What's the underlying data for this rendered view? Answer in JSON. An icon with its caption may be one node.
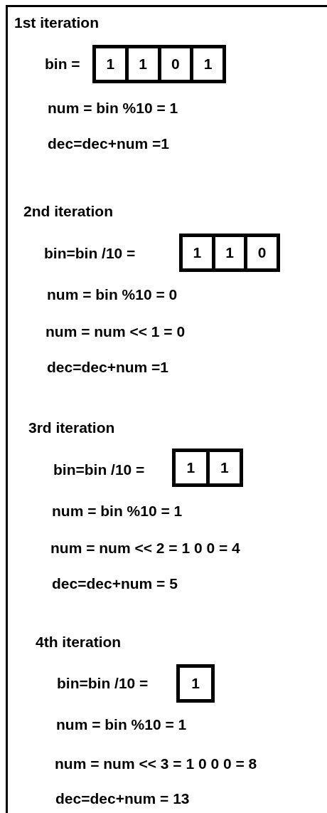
{
  "diagram": {
    "nodes": [
      {
        "text": [],
        "shape": "box"
      },
      {
        "text": [
          "1"
        ],
        "in": 0
      },
      {
        "text": [
          "1"
        ],
        "in": 0
      },
      {
        "text": [
          "0"
        ],
        "in": 0
      },
      {
        "text": [
          "1"
        ],
        "in": 0
      },
      {
        "text": [],
        "shape": "box"
      },
      {
        "text": [
          "1"
        ],
        "in": 5
      },
      {
        "text": [
          "1"
        ],
        "in": 5
      },
      {
        "text": [
          "0"
        ],
        "in": 5
      },
      {
        "text": [],
        "shape": "box"
      },
      {
        "text": [
          "1"
        ],
        "in": 9
      },
      {
        "text": [
          "1"
        ],
        "in": 9
      },
      {
        "text": [
          "1"
        ]
      }
    ],
    "labels": [
      "1st iteration",
      "bin =",
      "num = bin %10 = 1",
      "dec=dec+num =1",
      "2nd iteration",
      "bin=bin /10 =",
      "num = bin %10 = 0",
      "num = num << 1 = 0",
      "dec=dec+num =1",
      "3rd iteration",
      "bin=bin /10 =",
      "num = bin %10 = 1",
      "num = num << 2 = 1 0 0 = 4",
      "dec=dec+num = 5",
      "4th iteration",
      "bin=bin /10 =",
      "num = bin %10 = 1",
      "num = num << 3 = 1 0 0 0 = 8",
      "dec=dec+num = 13"
    ]
  }
}
